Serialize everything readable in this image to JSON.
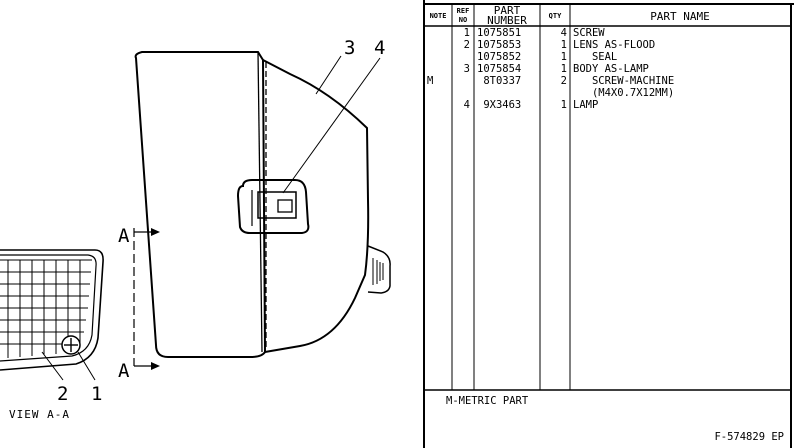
{
  "drawing": {
    "callouts": {
      "c1": "1",
      "c2": "2",
      "c3": "3",
      "c4": "4",
      "section_top": "A",
      "section_bottom": "A"
    },
    "view_caption": "VIEW A-A"
  },
  "parts_table": {
    "headers": {
      "note": "NOTE",
      "ref_line1": "REF",
      "ref_line2": "NO",
      "part_line1": "PART",
      "part_line2": "NUMBER",
      "qty": "QTY",
      "name": "PART NAME"
    },
    "rows": [
      {
        "note": "",
        "ref": "1",
        "part": "1075851",
        "qty": "4",
        "name": "SCREW"
      },
      {
        "note": "",
        "ref": "2",
        "part": "1075853",
        "qty": "1",
        "name": "LENS AS-FLOOD"
      },
      {
        "note": "",
        "ref": "",
        "part": "1075852",
        "qty": "1",
        "name": "   SEAL"
      },
      {
        "note": "",
        "ref": "3",
        "part": "1075854",
        "qty": "1",
        "name": "BODY AS-LAMP"
      },
      {
        "note": "M",
        "ref": "",
        "part": " 8T0337",
        "qty": "2",
        "name": "   SCREW-MACHINE"
      },
      {
        "note": "",
        "ref": "",
        "part": "",
        "qty": "",
        "name": "   (M4X0.7X12MM)"
      },
      {
        "note": "",
        "ref": "4",
        "part": " 9X3463",
        "qty": "1",
        "name": "LAMP"
      }
    ],
    "footnote": "M-METRIC PART",
    "drawing_number": "F-574829 EP"
  }
}
